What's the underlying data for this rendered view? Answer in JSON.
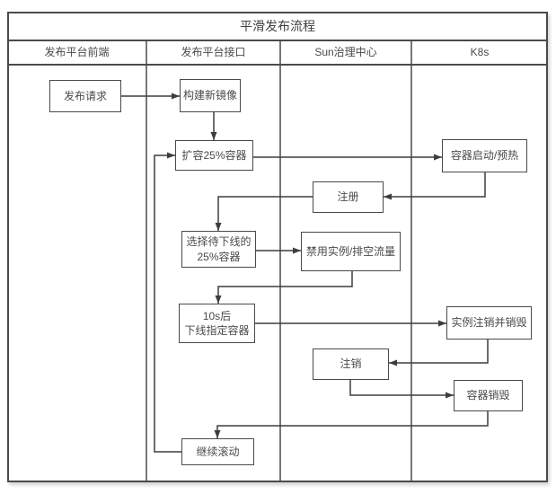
{
  "diagram": {
    "title": "平滑发布流程",
    "type": "swimlane-flowchart",
    "lanes": [
      {
        "label": "发布平台前端"
      },
      {
        "label": "发布平台接口"
      },
      {
        "label": "Sun治理中心"
      },
      {
        "label": "K8s"
      }
    ],
    "nodes": [
      {
        "id": "release-request",
        "lane": "发布平台前端",
        "label": "发布请求"
      },
      {
        "id": "build-new-image",
        "lane": "发布平台接口",
        "label": "构建新镜像"
      },
      {
        "id": "scale-up-25",
        "lane": "发布平台接口",
        "label": "扩容25%容器"
      },
      {
        "id": "container-start-warmup",
        "lane": "K8s",
        "label": "容器启动/预热"
      },
      {
        "id": "register",
        "lane": "Sun治理中心",
        "label": "注册"
      },
      {
        "id": "select-offline-25",
        "lane": "发布平台接口",
        "label": "选择待下线的\n25%容器"
      },
      {
        "id": "disable-drain",
        "lane": "Sun治理中心",
        "label": "禁用实例/排空流量"
      },
      {
        "id": "offline-after-10s",
        "lane": "发布平台接口",
        "label": "10s后\n下线指定容器"
      },
      {
        "id": "instance-dereg-destroy",
        "lane": "K8s",
        "label": "实例注销并销毁"
      },
      {
        "id": "deregister",
        "lane": "Sun治理中心",
        "label": "注销"
      },
      {
        "id": "container-destroy",
        "lane": "K8s",
        "label": "容器销毁"
      },
      {
        "id": "continue-rolling",
        "lane": "发布平台接口",
        "label": "继续滚动"
      }
    ],
    "edges": [
      "发布请求 → 构建新镜像",
      "构建新镜像 → 扩容25%容器",
      "扩容25%容器 → 容器启动/预热",
      "容器启动/预热 → 注册",
      "注册 → 选择待下线的25%容器",
      "选择待下线的25%容器 → 禁用实例/排空流量",
      "禁用实例/排空流量 → 10s后下线指定容器",
      "10s后下线指定容器 → 实例注销并销毁",
      "实例注销并销毁 → 注销",
      "注销 → 容器销毁",
      "容器销毁 → 继续滚动",
      "继续滚动 → 扩容25%容器"
    ],
    "colors": {
      "line": "#4a4a4a",
      "text": "#4a4a4a",
      "background": "#ffffff"
    }
  }
}
